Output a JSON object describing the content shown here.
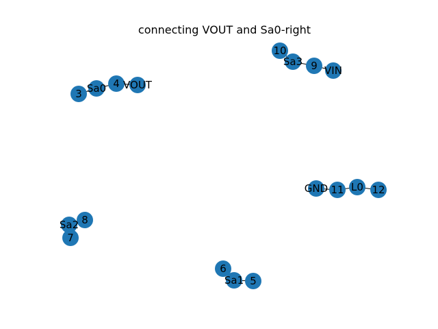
{
  "title": "connecting VOUT and Sa0-right",
  "node_color": "#1f77b4",
  "edge_color": "#000000",
  "nodes": [
    {
      "id": "3",
      "label": "3"
    },
    {
      "id": "Sa0",
      "label": "Sa0"
    },
    {
      "id": "4",
      "label": "4"
    },
    {
      "id": "VOUT",
      "label": "VOUT"
    },
    {
      "id": "10",
      "label": "10"
    },
    {
      "id": "Sa3",
      "label": "Sa3"
    },
    {
      "id": "9",
      "label": "9"
    },
    {
      "id": "VIN",
      "label": "VIN"
    },
    {
      "id": "GND",
      "label": "GND"
    },
    {
      "id": "11",
      "label": "11"
    },
    {
      "id": "L0",
      "label": "L0"
    },
    {
      "id": "12",
      "label": "12"
    },
    {
      "id": "8",
      "label": "8"
    },
    {
      "id": "Sa2",
      "label": "Sa2"
    },
    {
      "id": "7",
      "label": "7"
    },
    {
      "id": "6",
      "label": "6"
    },
    {
      "id": "Sa1",
      "label": "Sa1"
    },
    {
      "id": "5",
      "label": "5"
    }
  ],
  "edges": [
    [
      "3",
      "Sa0"
    ],
    [
      "Sa0",
      "4"
    ],
    [
      "4",
      "VOUT"
    ],
    [
      "10",
      "Sa3"
    ],
    [
      "Sa3",
      "9"
    ],
    [
      "9",
      "VIN"
    ],
    [
      "GND",
      "11"
    ],
    [
      "11",
      "L0"
    ],
    [
      "L0",
      "12"
    ],
    [
      "8",
      "Sa2"
    ],
    [
      "Sa2",
      "7"
    ],
    [
      "6",
      "Sa1"
    ],
    [
      "Sa1",
      "5"
    ]
  ]
}
